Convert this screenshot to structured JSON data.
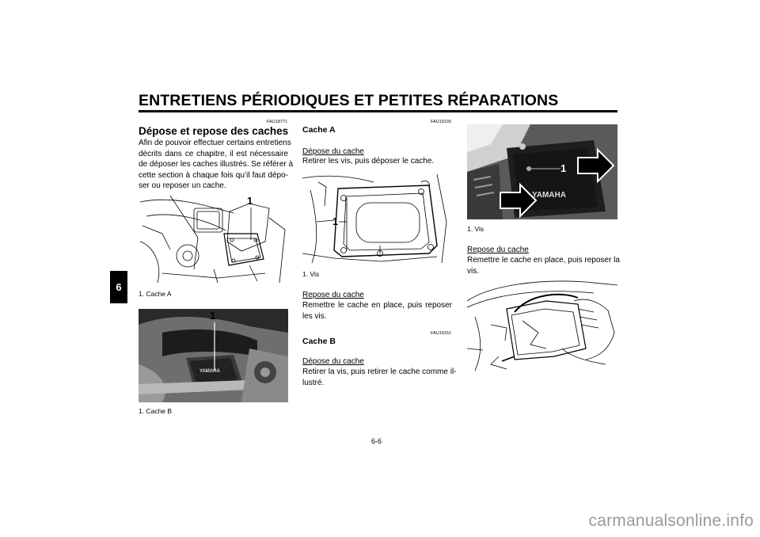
{
  "header": {
    "title": "ENTRETIENS PÉRIODIQUES ET PETITES RÉPARATIONS"
  },
  "side_tab": {
    "label": "6"
  },
  "col1": {
    "code": "FAU18771",
    "title": "Dépose et repose des caches",
    "intro_lines": [
      "Afin de pouvoir effectuer certains entretiens",
      "décrits dans ce chapitre, il est nécessaire",
      "de déposer les caches illustrés. Se référer à",
      "cette section à chaque fois qu’il faut dépo-",
      "ser ou reposer un cache."
    ],
    "fig1": {
      "callout": "1",
      "caption": "1.  Cache A"
    },
    "fig2": {
      "callout": "1",
      "caption": "1.  Cache B",
      "brand": "YAMAHA"
    }
  },
  "col2": {
    "code_a": "FAU19193",
    "heading_a": "Cache A",
    "removal_a": {
      "title": "Dépose du cache",
      "text": "Retirer les vis, puis déposer le cache."
    },
    "fig3": {
      "callout": "1",
      "caption": "1.  Vis"
    },
    "install_a": {
      "title": "Repose du cache",
      "lines": [
        "Remettre le cache en place, puis reposer",
        "les vis."
      ]
    },
    "code_b": "FAU19151",
    "heading_b": "Cache B",
    "removal_b": {
      "title": "Dépose du cache",
      "lines": [
        "Retirer la vis, puis retirer le cache comme il-",
        "lustré."
      ]
    }
  },
  "col3": {
    "fig4": {
      "callout": "1",
      "caption": "1.  Vis",
      "brand": "YAMAHA"
    },
    "install_b": {
      "title": "Repose du cache",
      "lines": [
        "Remettre le cache en place, puis reposer la",
        "vis."
      ]
    }
  },
  "page_number": "6-6",
  "watermark": "carmanualsonline.info"
}
